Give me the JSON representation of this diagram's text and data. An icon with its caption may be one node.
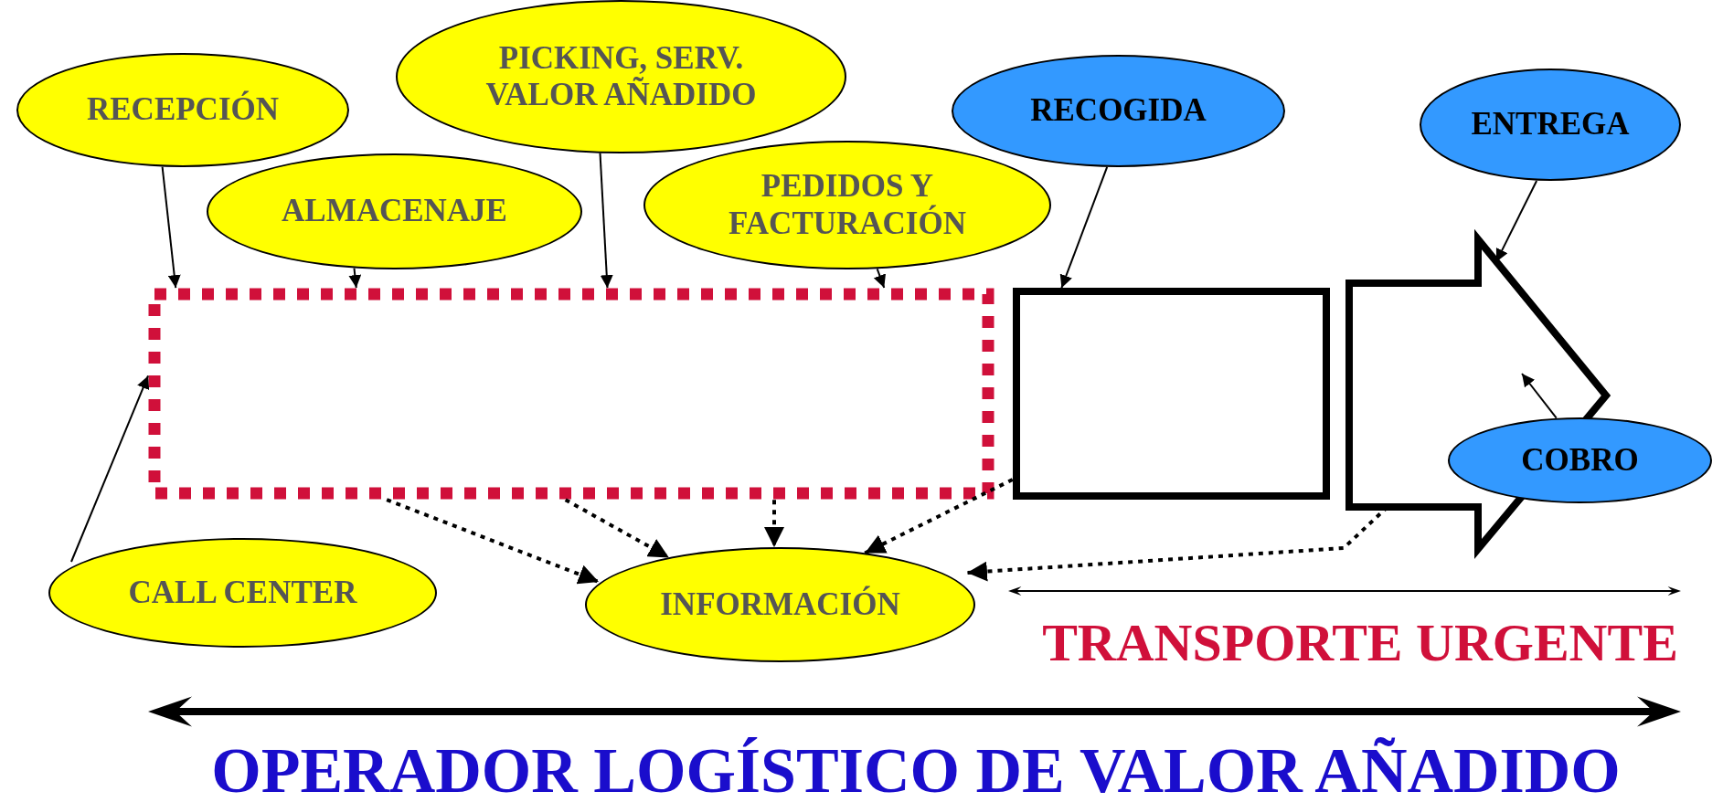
{
  "diagram": {
    "nodes": [
      {
        "text": [
          "RECEPCIÓN"
        ]
      },
      {
        "text": [
          "PICKING, SERV. VALOR AÑADIDO"
        ]
      },
      {
        "text": [
          "RECOGIDA"
        ]
      },
      {
        "text": [
          "ENTREGA"
        ]
      },
      {
        "text": [
          "ALMACENAJE"
        ]
      },
      {
        "text": [
          "PEDIDOS Y FACTURACIÓN"
        ]
      },
      {
        "text": [],
        "shape": "box"
      },
      {
        "text": [],
        "shape": "box"
      },
      {
        "text": [],
        "shape": "pentagon"
      },
      {
        "text": [
          "COBRO"
        ]
      },
      {
        "text": [
          "CALL CENTER"
        ]
      },
      {
        "text": [
          "INFORMACIÓN"
        ]
      }
    ],
    "edges": [
      {
        "from": 0,
        "to": 6,
        "arrow": "to"
      },
      {
        "from": 4,
        "to": 6,
        "arrow": "to"
      },
      {
        "from": 1,
        "to": 6,
        "arrow": "to"
      },
      {
        "from": 5,
        "to": 6,
        "arrow": "to"
      },
      {
        "from": 2,
        "to": 7,
        "arrow": "to"
      },
      {
        "from": 3,
        "to": 8,
        "arrow": "to"
      },
      {
        "from": 9,
        "to": 8,
        "arrow": "to"
      },
      {
        "from": 10,
        "to": 6,
        "arrow": "to"
      },
      {
        "from": 6,
        "to": 11,
        "arrow": "to",
        "style": "dashed"
      },
      {
        "from": 6,
        "to": 11,
        "arrow": "to",
        "style": "dashed"
      },
      {
        "from": 6,
        "to": 11,
        "arrow": "to",
        "style": "dashed"
      },
      {
        "from": 7,
        "to": 11,
        "arrow": "to",
        "style": "dashed"
      },
      {
        "from": 8,
        "to": 11,
        "arrow": "to",
        "style": "dashed"
      }
    ],
    "labels": [
      "TRANSPORTE URGENTE",
      "OPERADOR LOGÍSTICO DE VALOR AÑADIDO"
    ]
  }
}
